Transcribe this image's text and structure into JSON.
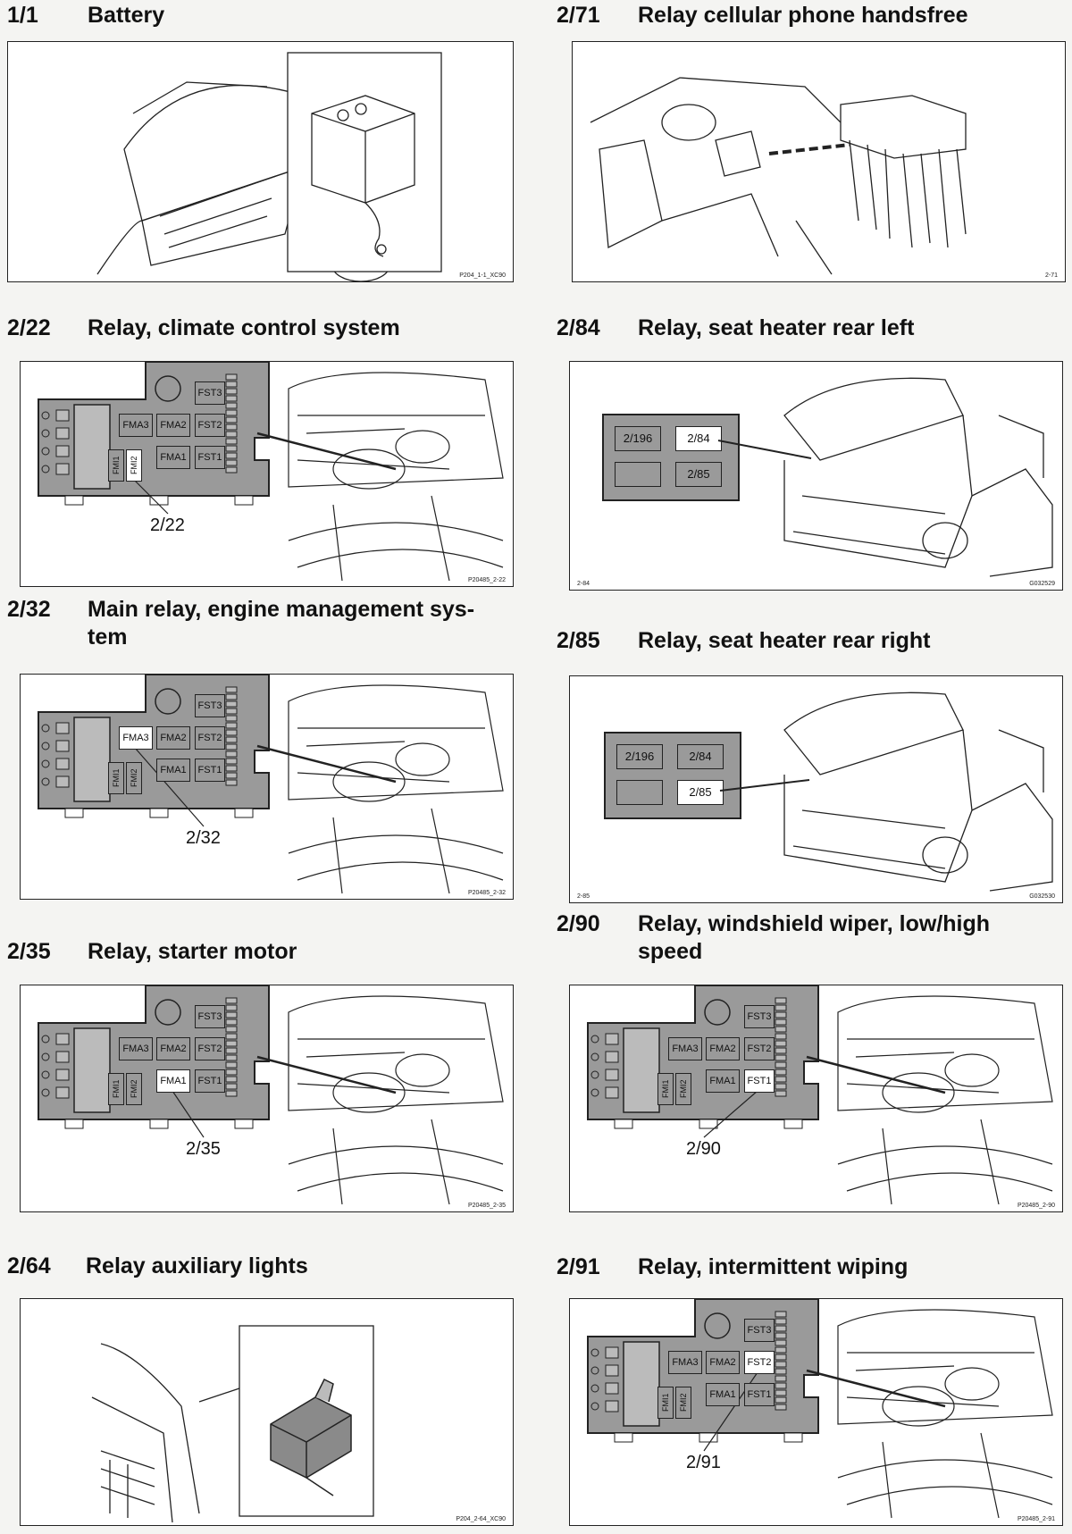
{
  "sections": {
    "s1_1": {
      "num": "1/1",
      "title": "Battery",
      "ref": "P204_1-1_XC90"
    },
    "s2_71": {
      "num": "2/71",
      "title": "Relay cellular phone handsfree",
      "ref": "2-71"
    },
    "s2_22": {
      "num": "2/22",
      "title": "Relay, climate control system",
      "ref": "P20485_2-22",
      "callout": "2/22"
    },
    "s2_84": {
      "num": "2/84",
      "title": "Relay, seat heater rear left",
      "ref_left": "2-84",
      "ref": "G032529"
    },
    "s2_32": {
      "num": "2/32",
      "title_l1": "Main relay, engine management sys-",
      "title_l2": "tem",
      "ref": "P20485_2-32",
      "callout": "2/32"
    },
    "s2_85": {
      "num": "2/85",
      "title": "Relay, seat heater rear right",
      "ref_left": "2-85",
      "ref": "G032530"
    },
    "s2_35": {
      "num": "2/35",
      "title": "Relay, starter motor",
      "ref": "P20485_2-35",
      "callout": "2/35"
    },
    "s2_90": {
      "num": "2/90",
      "title_l1": "Relay, windshield wiper, low/high",
      "title_l2": "speed",
      "ref": "P20485_2-90",
      "callout": "2/90"
    },
    "s2_64": {
      "num": "2/64",
      "title": "Relay auxiliary lights",
      "ref": "P204_2-64_XC90"
    },
    "s2_91": {
      "num": "2/91",
      "title": "Relay, intermittent wiping",
      "ref": "P20485_2-91",
      "callout": "2/91"
    }
  },
  "fusebox_labels": {
    "fst3": "FST3",
    "fst2": "FST2",
    "fst1": "FST1",
    "fma3": "FMA3",
    "fma2": "FMA2",
    "fma1": "FMA1",
    "fmi1": "FMI1",
    "fmi2": "FMI2"
  },
  "relay_box_labels": {
    "a": "2/196",
    "b": "2/84",
    "c": "2/85"
  }
}
